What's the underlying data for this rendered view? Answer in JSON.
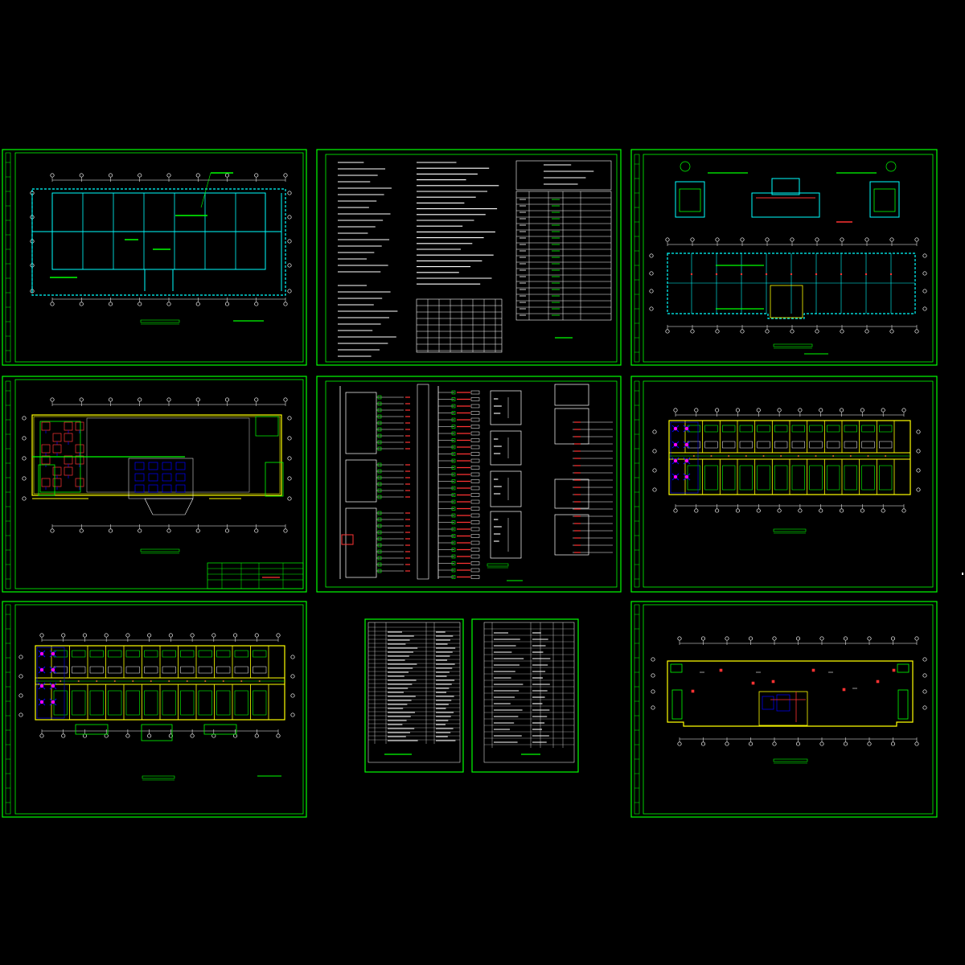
{
  "drawing": {
    "background": "#000000",
    "colors": {
      "frame": "#00ff00",
      "wall": "#ffff00",
      "wiring": "#00ffff",
      "fixture": "#ff3333",
      "accent": "#ff00ff",
      "line": "#ffffff",
      "device": "#0000ff"
    },
    "sheets": [
      {
        "id": "roof-lightning-plan",
        "kind": "plan-roof"
      },
      {
        "id": "design-notes",
        "kind": "notes"
      },
      {
        "id": "grounding-plan",
        "kind": "plan-grounding"
      },
      {
        "id": "first-floor-plan",
        "kind": "plan-first"
      },
      {
        "id": "distribution-system-diagram",
        "kind": "schematic"
      },
      {
        "id": "third-floor-plan",
        "kind": "plan-rooms"
      },
      {
        "id": "second-floor-plan",
        "kind": "plan-rooms"
      },
      {
        "id": "drawing-index",
        "kind": "tables"
      },
      {
        "id": "top-floor-plan",
        "kind": "plan-open"
      }
    ]
  }
}
